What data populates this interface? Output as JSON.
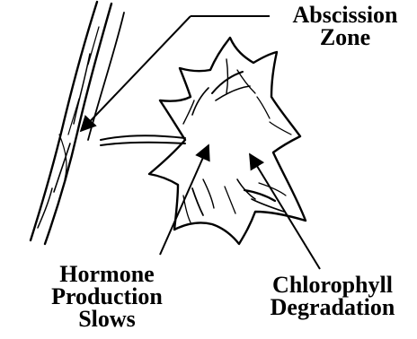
{
  "labels": {
    "abscission": {
      "line1": "Abscission",
      "line2": "Zone"
    },
    "hormone": {
      "line1": "Hormone",
      "line2": "Production",
      "line3": "Slows"
    },
    "chlorophyll": {
      "line1": "Chlorophyll",
      "line2": "Degradation"
    }
  },
  "colors": {
    "ink": "#000000",
    "background": "#ffffff"
  }
}
